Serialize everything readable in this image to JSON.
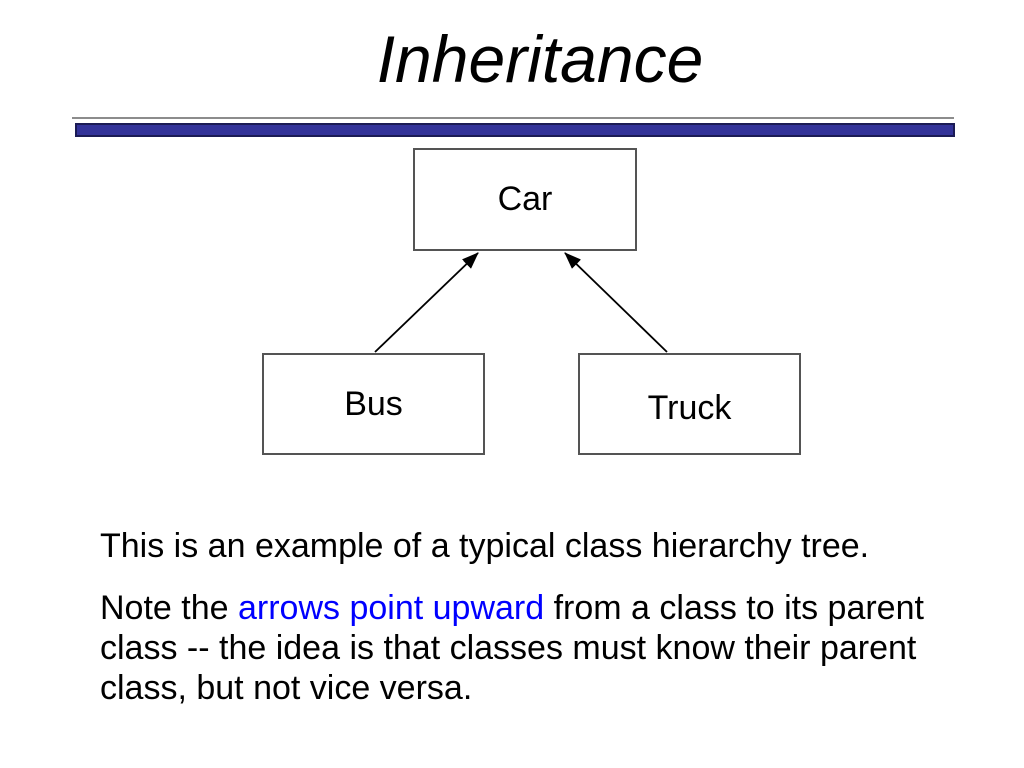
{
  "slide": {
    "title": "Inheritance",
    "diagram": {
      "nodes": [
        {
          "id": "car",
          "label": "Car"
        },
        {
          "id": "bus",
          "label": "Bus"
        },
        {
          "id": "truck",
          "label": "Truck"
        }
      ],
      "edges": [
        {
          "from": "bus",
          "to": "car",
          "arrow": "up-arrow"
        },
        {
          "from": "truck",
          "to": "car",
          "arrow": "up-arrow"
        }
      ]
    },
    "body": {
      "paragraph1": "This is an example of a typical class hierarchy tree.",
      "paragraph2_lines": [
        {
          "run1": "Note the ",
          "run2": "arrows point upward",
          "run3": " from a class to its parent"
        },
        {
          "run1": "class -- the idea is that classes must know their parent"
        },
        {
          "run1": "class, but not vice versa."
        }
      ]
    },
    "colors": {
      "accent_text": "#0000ff",
      "divider_bar_fill": "#333399",
      "divider_bar_border": "#1b1b55",
      "divider_thin_line": "#8c8c8c",
      "box_border": "#545454",
      "text": "#000000",
      "background": "#ffffff"
    }
  }
}
